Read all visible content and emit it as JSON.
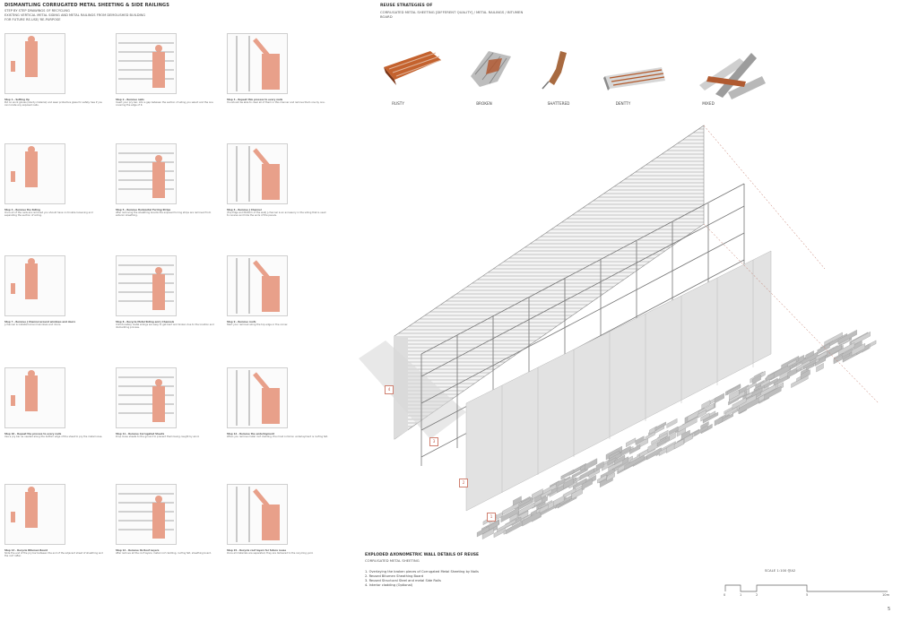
{
  "left_panel": {
    "title": "DISMANTLING CORRUGATED METAL SHEETING & SIDE RAILINGS",
    "subtitle_lines": [
      "STEP BY STEP DRAWINGS OF RECYCLING",
      "EXISTING VERTICAL METAL SIDING AND METAL RAILINGS FROM DEMOLISHED BUILDING",
      "FOR FUTURE RE-USE/ RE-PURPOSE"
    ],
    "steps": [
      {
        "title": "Step 1 - Setting Up",
        "text": "Put on work gloves (sturdy material) and wear protective glass for safety. See if you can locate any exposed nails."
      },
      {
        "title": "Step 2 - Remove nails",
        "text": "Insert your pry bar, into a gap between the section of siding you select and the one covering the edge of it."
      },
      {
        "title": "Step 3 - Repeat this process to every nails",
        "text": "You should be able to clear all of them in this manner and remove them one by one."
      },
      {
        "title": "Step 4 - Remove the Siding",
        "text": "Once all of the nails are removed you should have no trouble loosening and separating the section of siding."
      },
      {
        "title": "Step 5 - Remove Horizontal Furring Strips",
        "text": "After removing the sheathing boards the exposed furring strips are removed from exterior sheathing."
      },
      {
        "title": "Step 6 - Remove J Channel",
        "text": "(Top Edge and Bottom of the wall) J-channel is an accessory in the siding that is used to receive and hide the ends of the panels."
      },
      {
        "title": "Step 7 - Remove J Channel around windows and doors",
        "text": "J-channel is installed around windows and doors."
      },
      {
        "title": "Step 8 - Recycle Metal Siding and J Channels",
        "text": "Unfortunately metal sidings are easy to get bent and broken due to the location and dismantling process."
      },
      {
        "title": "Step 9 - Remove roofs",
        "text": "Start your removal along the top edge or the corner."
      },
      {
        "title": "Step 10 - Repeat the process to every nails",
        "text": "Use a pry bar as needed along the bottom edge of the sheet to pry the metal loose."
      },
      {
        "title": "Step 11 - Remove Corrugated Sheets",
        "text": "Drop loose sheets to the ground to prevent them being caught by wind."
      },
      {
        "title": "Step 12 - Remove the underlayment",
        "text": "When you remove metal roof cladding, the most common underlayment is roofing felt."
      },
      {
        "title": "Step 13 - Recycle Bitumen Board",
        "text": "Slide the end of the pry bar between the end of the adjacent sheet of sheathing and the roof rafter."
      },
      {
        "title": "Step 14 - Remove its Roof Layers",
        "text": "After remove all the roof layers; metal roof cladding, roofing felt, sheathing board."
      },
      {
        "title": "Step 15 - Recycle roof layers for future reuse",
        "text": "Once all materials are separated, they are delivered to the recycling yard."
      }
    ]
  },
  "right_panel": {
    "reuse_title": "REUSE STRATEGIES OF",
    "reuse_subtitle": "CORRUGATED METAL SHEETING [DIFFERENT QUALITY] / METAL RAILINGS / BITUMEN BOARD",
    "materials": [
      {
        "label": "RUSTY"
      },
      {
        "label": "BROKEN"
      },
      {
        "label": "SHATTERED"
      },
      {
        "label": "DENTTY"
      },
      {
        "label": "MIXED"
      }
    ],
    "callouts": [
      "1",
      "2",
      "3",
      "4"
    ],
    "legend": {
      "title": "EXPLODED AXONOMETRIC WALL DETAILS OF REUSE",
      "subtitle": "CORRUGATED METAL SHEETING",
      "items": [
        "1. Overlaying the broken pieces of Corrugated Metal Sheeting by Nails",
        "2. Reused Bitumen Sheathing Board",
        "3. Reused Structural Steel and metal Side Rails",
        "4. Interior cladding (Optional)"
      ]
    },
    "scale": {
      "title": "SCALE 1:100 @A2",
      "ticks": [
        "0",
        "1",
        "2",
        "5",
        "10m"
      ]
    },
    "page_number": "5"
  },
  "colors": {
    "accent": "#e8a08a",
    "accent_dark": "#c9705a",
    "line": "#555555",
    "rust": "#b4532a"
  }
}
